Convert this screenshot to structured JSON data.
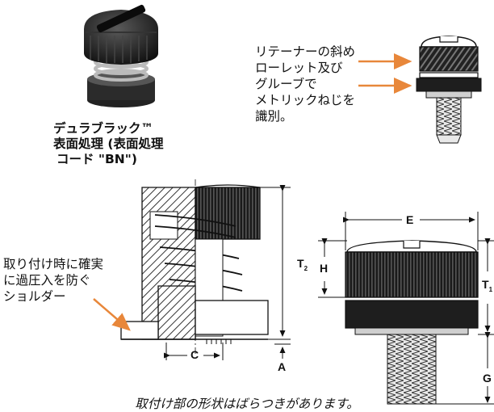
{
  "finish_caption": {
    "line1": "デュラブラック™",
    "line2": "表面処理 (表面処理",
    "line3": "コード \"BN\")"
  },
  "retainer_caption": {
    "line1": "リテーナーの斜め",
    "line2": "ローレット及び",
    "line3": "グルーブで",
    "line4": "メトリックねじを",
    "line5": "識別。"
  },
  "shoulder_caption": {
    "line1": "取り付け時に確実",
    "line2": "に過圧入を防ぐ",
    "line3": "ショルダー"
  },
  "dimensions": {
    "E": "E",
    "H": "H",
    "T": "T",
    "T_sub_2": "2",
    "T_sub_1": "1",
    "C": "C",
    "A": "A",
    "G": "G"
  },
  "footer_note": "取付け部の形状はばらつきがあります。",
  "colors": {
    "arrow": "#e8873a",
    "ink": "#111111",
    "hatch": "#333333"
  }
}
